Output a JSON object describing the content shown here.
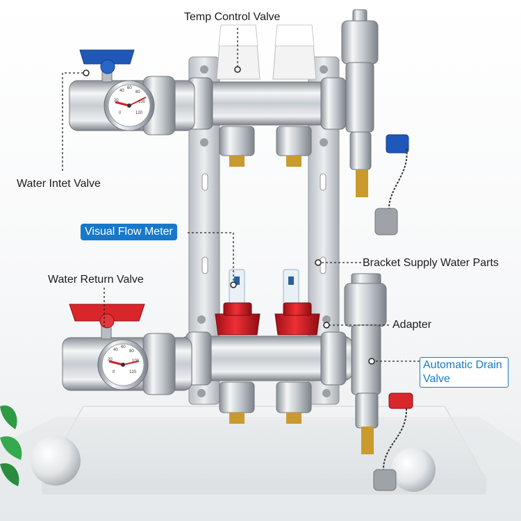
{
  "labels": {
    "temp_control_valve": "Temp Control Valve",
    "water_inlet_valve": "Water Intet Valve",
    "visual_flow_meter": "Visual Flow Meter",
    "bracket_supply_water_parts": "Bracket Supply Water Parts",
    "water_return_valve": "Water Return Valve",
    "adapter": "Adapter",
    "automatic_drain_valve_line1": "Automatic Drain",
    "automatic_drain_valve_line2": "Valve"
  },
  "gauges": {
    "inlet": {
      "ticks": [
        "0",
        "20",
        "40",
        "60",
        "80",
        "100",
        "120"
      ]
    },
    "return": {
      "ticks": [
        "0",
        "20",
        "40",
        "60",
        "80",
        "100",
        "120"
      ]
    }
  },
  "colors": {
    "accent_blue": "#1878c9",
    "supply_handle": "#1f58b8",
    "return_handle": "#d9262b",
    "chrome": "#c8cdd2",
    "brass": "#c99a2e",
    "plant": "#2e9a44"
  }
}
